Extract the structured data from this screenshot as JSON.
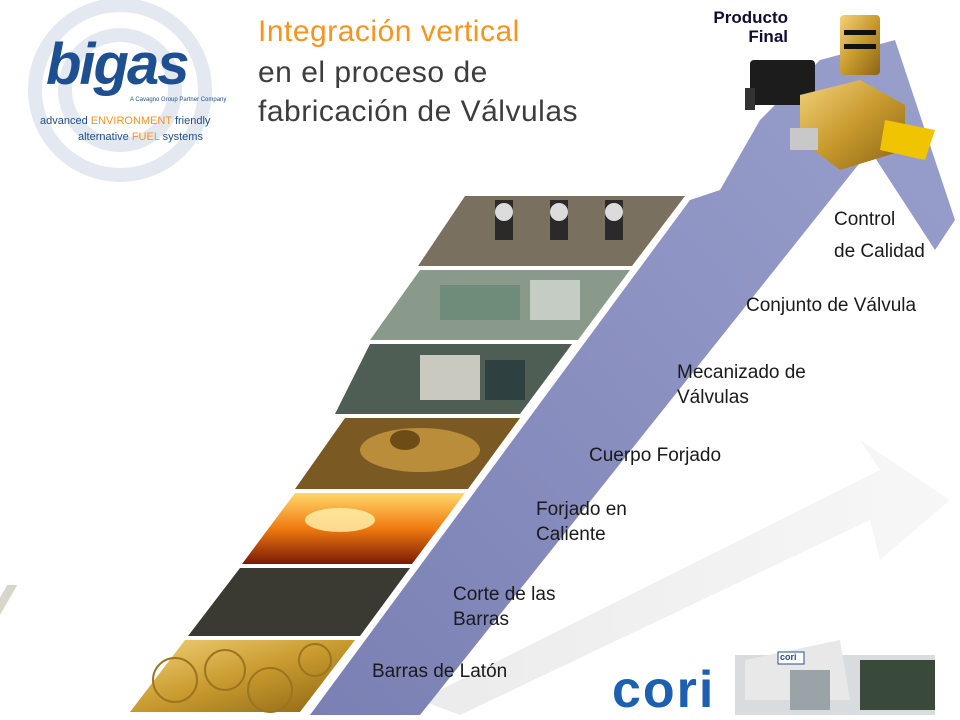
{
  "logo": {
    "brand": "bigas",
    "subtitle": "A Cavagno Group Partner Company",
    "line1_a": "advanced",
    "line1_b": "ENVIRONMENT",
    "line1_c": "friendly",
    "line2_a": "alternative",
    "line2_b": "FUEL",
    "line2_c": "systems"
  },
  "title": {
    "line1": "Integración vertical",
    "line2": "en el proceso de",
    "line3": "fabricación de Válvulas"
  },
  "final_label": {
    "line1": "Producto",
    "line2": "Final"
  },
  "steps": [
    {
      "line1": "Barras de Latón",
      "line2": ""
    },
    {
      "line1": "Corte de las",
      "line2": "Barras"
    },
    {
      "line1": "Forjado en",
      "line2": "Caliente"
    },
    {
      "line1": "Cuerpo Forjado",
      "line2": ""
    },
    {
      "line1": "Mecanizado de",
      "line2": "Válvulas"
    },
    {
      "line1": "Conjunto de Válvula",
      "line2": ""
    },
    {
      "line1": "Control",
      "line2": "de Calidad"
    }
  ],
  "factory": {
    "sign": "cori",
    "logo": "cori"
  },
  "colors": {
    "title_orange": "#f7941d",
    "title_gray": "#3d3d3d",
    "arrow": "#8d93c0",
    "logo_blue": "#1d4f91",
    "logo_orange": "#f7941d"
  }
}
